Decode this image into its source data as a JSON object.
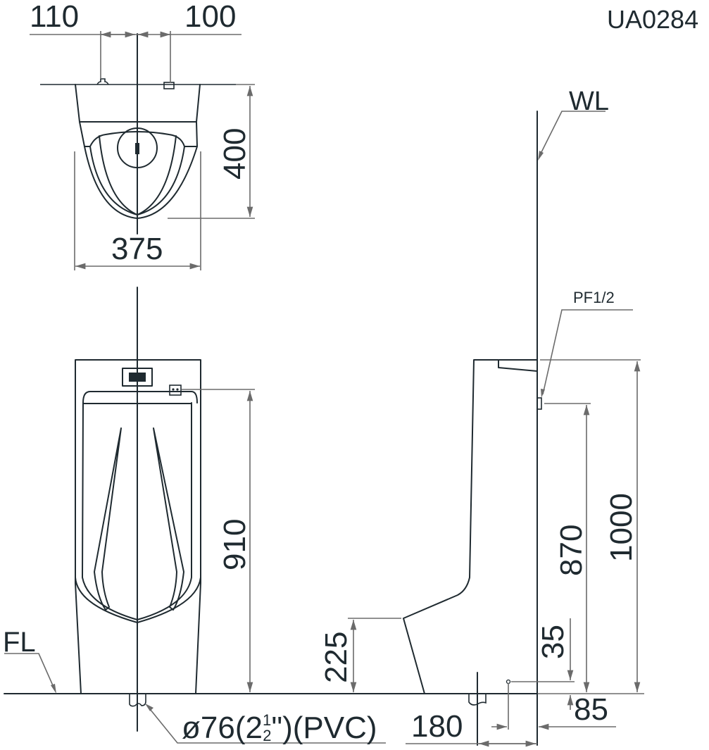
{
  "drawing": {
    "model_code": "UA0284",
    "colors": {
      "object_line": "#1f2a30",
      "dimension_line": "#6b6b6b",
      "background": "#ffffff"
    }
  },
  "top_view": {
    "dimensions": {
      "left_inlet_offset": "110",
      "right_inlet_offset": "100",
      "depth": "400",
      "width": "375"
    }
  },
  "front_view": {
    "dimensions": {
      "inlet_height": "910"
    },
    "labels": {
      "floor_level": "FL",
      "outlet_spec": "ø76(2",
      "outlet_fraction_num": "1",
      "outlet_fraction_den": "2",
      "outlet_suffix": "\")(PVC)"
    }
  },
  "side_view": {
    "labels": {
      "wall_line": "WL",
      "inlet_thread": "PF1/2"
    },
    "dimensions": {
      "total_height": "1000",
      "inlet_height": "870",
      "lip_height": "225",
      "outlet_height": "35",
      "outlet_offset": "85",
      "drain_offset": "180"
    }
  }
}
